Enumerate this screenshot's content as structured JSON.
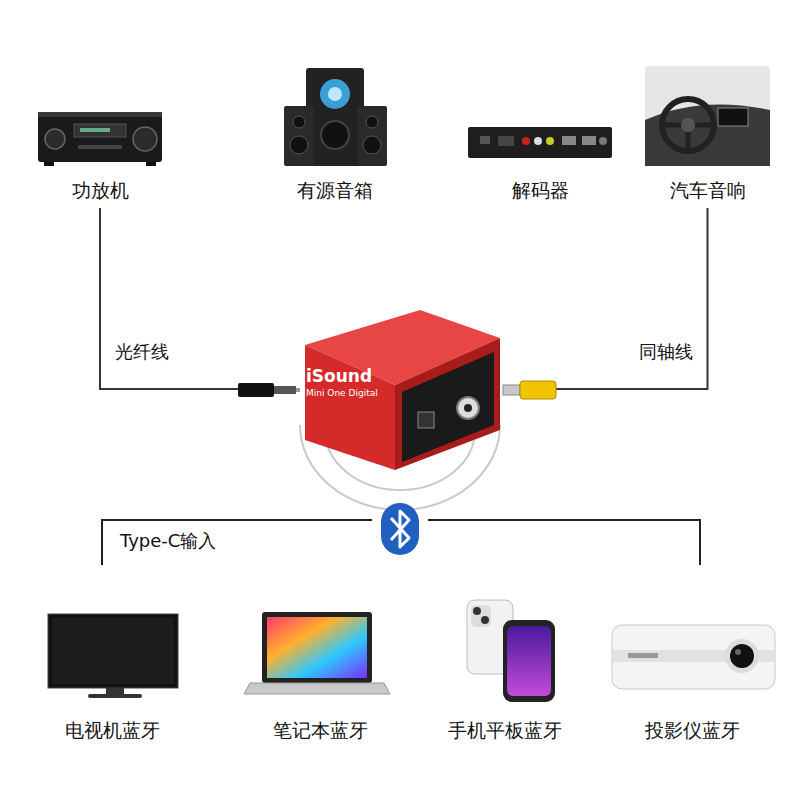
{
  "diagram": {
    "nodes": [
      {
        "text": [
          "功放机"
        ]
      },
      {
        "text": [
          "有源音箱"
        ]
      },
      {
        "text": [
          "解码器"
        ]
      },
      {
        "text": [
          "汽车音响"
        ]
      },
      {
        "text": [
          "iSound",
          "Mini One Digital"
        ]
      },
      {
        "text": [
          "电视机蓝牙"
        ]
      },
      {
        "text": [
          "笔记本蓝牙"
        ]
      },
      {
        "text": [
          "手机平板蓝牙"
        ]
      },
      {
        "text": [
          "投影仪蓝牙"
        ]
      }
    ],
    "edges": [
      {
        "from": 0,
        "to": 4,
        "label": "光纤线",
        "arrow": "none"
      },
      {
        "from": 3,
        "to": 4,
        "label": "同轴线",
        "arrow": "none"
      }
    ],
    "labels": [
      "Type-C输入"
    ]
  }
}
